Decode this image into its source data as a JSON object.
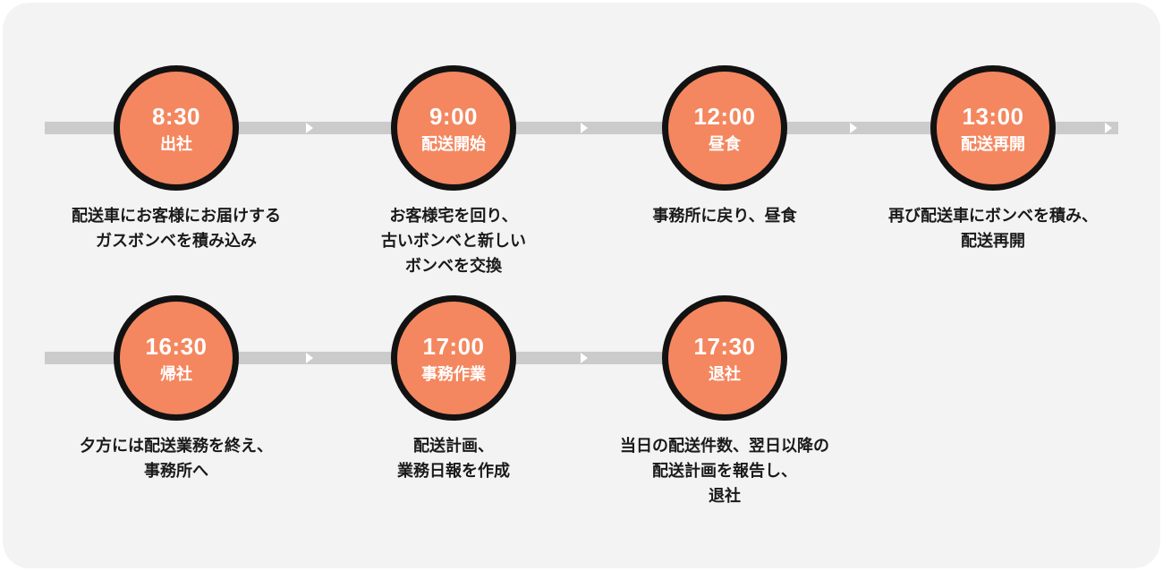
{
  "diagram": {
    "type": "timeline",
    "rows": [
      {
        "trailing_arrow": true,
        "events": [
          {
            "time": "8:30",
            "label": "出社",
            "description": [
              "配送車にお客様にお届けする",
              "ガスボンベを積み込み"
            ]
          },
          {
            "time": "9:00",
            "label": "配送開始",
            "description": [
              "お客様宅を回り、",
              "古いボンベと新しい",
              "ボンベを交換"
            ]
          },
          {
            "time": "12:00",
            "label": "昼食",
            "description": [
              "事務所に戻り、昼食"
            ]
          },
          {
            "time": "13:00",
            "label": "配送再開",
            "description": [
              "再び配送車にボンベを積み、",
              "配送再開"
            ]
          }
        ]
      },
      {
        "trailing_arrow": false,
        "events": [
          {
            "time": "16:30",
            "label": "帰社",
            "description": [
              "夕方には配送業務を終え、",
              "事務所へ"
            ]
          },
          {
            "time": "17:00",
            "label": "事務作業",
            "description": [
              "配送計画、",
              "業務日報を作成"
            ]
          },
          {
            "time": "17:30",
            "label": "退社",
            "description": [
              "当日の配送件数、翌日以降の",
              "配送計画を報告し、",
              "退社"
            ]
          }
        ]
      }
    ]
  },
  "colors": {
    "panel_background": "#F3F3F3",
    "page_background": "#FFFFFF",
    "node_fill": "#F4875F",
    "node_border": "#121212",
    "bar": "#CBCBCB",
    "arrow": "#FFFFFF",
    "description_text": "#1A1A1A",
    "node_text": "#FFFFFF"
  }
}
